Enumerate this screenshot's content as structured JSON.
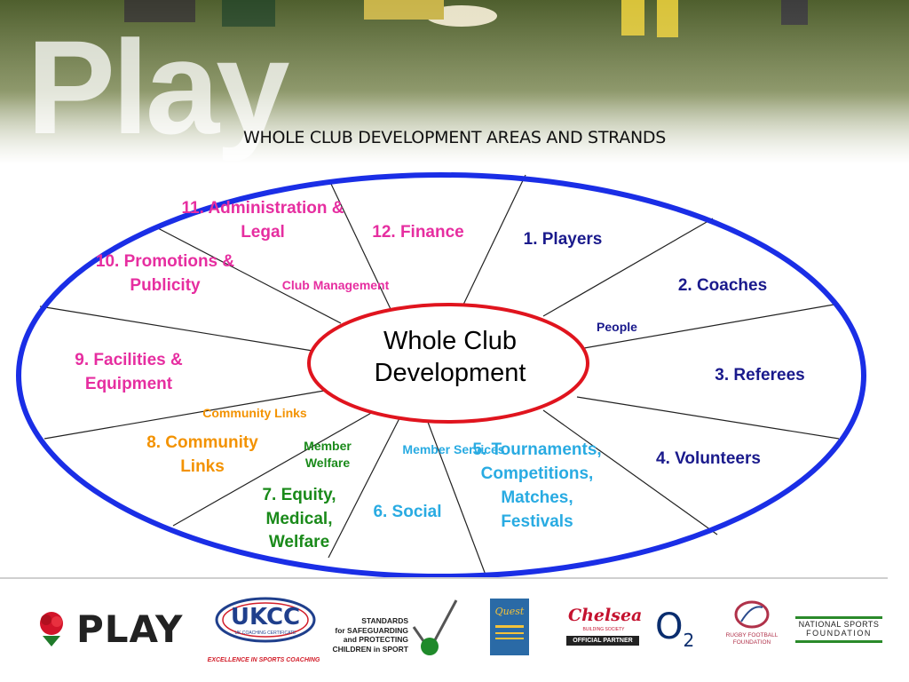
{
  "banner": {
    "word": "Play"
  },
  "title": "WHOLE CLUB DEVELOPMENT AREAS AND STRANDS",
  "hub": {
    "line1": "Whole Club",
    "line2": "Development"
  },
  "areas": {
    "a1": "1. Players",
    "a2": "2. Coaches",
    "a3": "3. Referees",
    "a4": "4. Volunteers",
    "a5": "5. Tournaments, Competitions, Matches, Festivals",
    "a6": "6. Social",
    "a7": "7. Equity, Medical, Welfare",
    "a8": "8. Community Links",
    "a9": "9. Facilities & Equipment",
    "a10": "10. Promotions & Publicity",
    "a11": "11. Administration & Legal",
    "a12": "12. Finance"
  },
  "strands": {
    "people": "People",
    "member_services": "Member Services",
    "member_welfare": "Member Welfare",
    "community_links": "Community Links",
    "club_management": "Club Management"
  },
  "colors": {
    "navy": "#1a1a8c",
    "magenta": "#e62ea0",
    "orange": "#f39200",
    "green": "#1a8a1a",
    "cyan": "#29abe2",
    "ellipse_blue": "#1a2ee6",
    "hub_red": "#e0141e"
  },
  "logos": {
    "play": "PLAY",
    "ukcc": "UKCC",
    "ukcc_sub": "UK COACHING CERTIFICATE",
    "ukcc_tag": "EXCELLENCE IN SPORTS COACHING",
    "standards_1": "STANDARDS",
    "standards_2": "for SAFEGUARDING",
    "standards_3": "and PROTECTING",
    "standards_4": "CHILDREN in SPORT",
    "quest": "Quest",
    "chelsea": "Chelsea",
    "chelsea_sub": "BUILDING SOCIETY",
    "chelsea_partner": "OFFICIAL PARTNER",
    "o2": "O2",
    "rff_1": "RUGBY FOOTBALL",
    "rff_2": "FOUNDATION",
    "nsf_1": "NATIONAL SPORTS",
    "nsf_2": "FOUNDATION"
  }
}
